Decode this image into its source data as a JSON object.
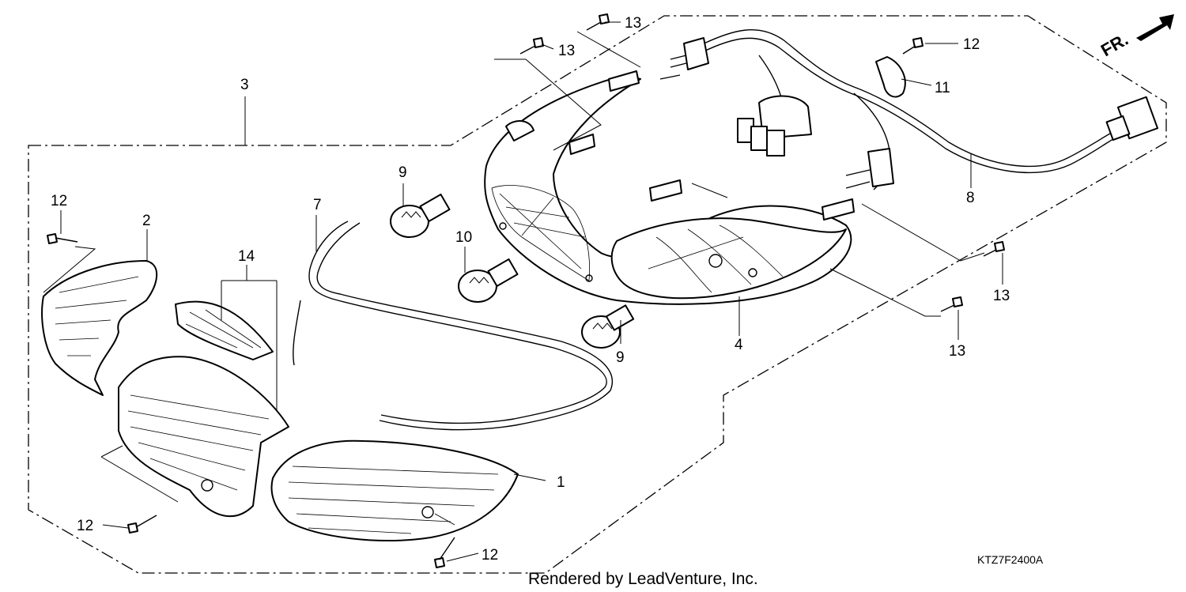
{
  "callouts": {
    "c1": "1",
    "c2": "2",
    "c3": "3",
    "c4": "4",
    "c7": "7",
    "c8": "8",
    "c9a": "9",
    "c9b": "9",
    "c10": "10",
    "c11": "11",
    "c12a": "12",
    "c12b": "12",
    "c12c": "12",
    "c12d": "12",
    "c13a": "13",
    "c13b": "13",
    "c13c": "13",
    "c13d": "13",
    "c14": "14"
  },
  "direction_label": "FR.",
  "diagram_code": "KTZ7F2400A",
  "footer": "Rendered by LeadVenture, Inc."
}
